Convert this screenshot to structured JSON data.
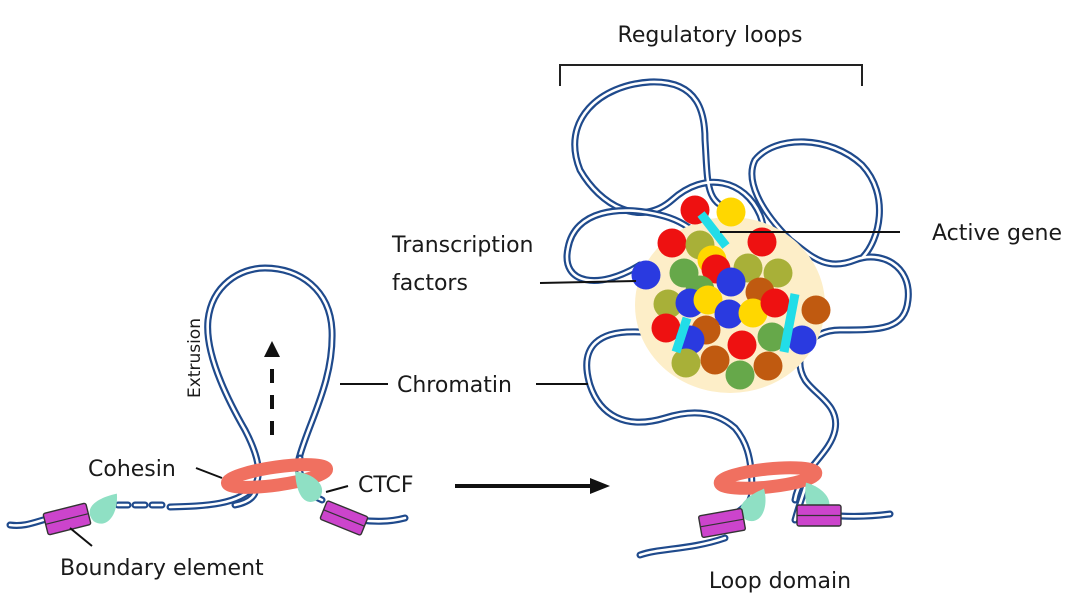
{
  "diagram": {
    "title": "Chromatin loop extrusion and loop domain formation",
    "labels": {
      "regulatory_loops": "Regulatory loops",
      "active_gene": "Active gene",
      "transcription_factors_line1": "Transcription",
      "transcription_factors_line2": "factors",
      "chromatin": "Chromatin",
      "extrusion": "Extrusion",
      "cohesin": "Cohesin",
      "ctcf": "CTCF",
      "boundary_element": "Boundary element",
      "loop_domain": "Loop domain"
    },
    "colors": {
      "chromatin": "#1f4a8c",
      "cohesin": "#f07060",
      "ctcf": "#8fe0c4",
      "boundary_element": "#cc44cc",
      "active_gene": "#22dde8",
      "hub_background": "#fdeec8",
      "tf_red": "#ee1111",
      "tf_yellow": "#ffd700",
      "tf_olive": "#a8b038",
      "tf_green": "#66a84a",
      "tf_blue": "#2a3ae0",
      "tf_brown": "#c05a10"
    },
    "transcription_factor_types": [
      "red",
      "yellow",
      "olive",
      "green",
      "blue",
      "brown"
    ]
  }
}
